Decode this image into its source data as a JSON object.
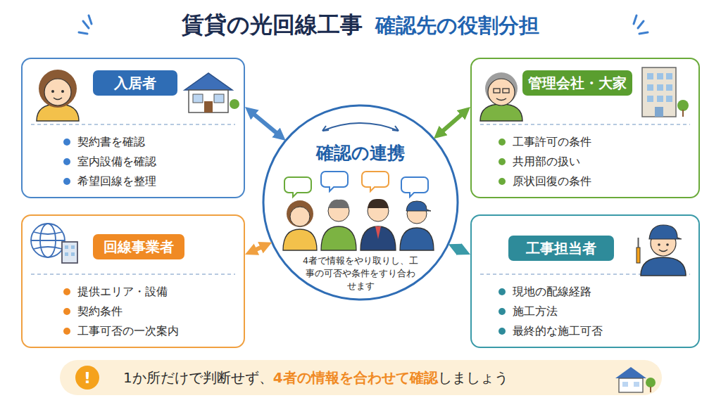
{
  "diagram": {
    "title": "賃貸の光回線工事",
    "nodes": [
      {
        "text": [
          "入居者",
          "契約書を確認",
          "室内設備を確認",
          "希望回線を整理"
        ]
      },
      {
        "text": [
          "管理会社・大家",
          "工事許可の条件",
          "共用部の扱い",
          "原状回復の条件"
        ]
      },
      {
        "text": [
          "確認の連携",
          "4者で情報をやり取りし、工事の可否や条件をすり合わせます"
        ]
      },
      {
        "text": [
          "回線事業者",
          "提供エリア・設備",
          "契約条件",
          "工事可否の一次案内"
        ]
      },
      {
        "text": [
          "工事担当者",
          "現地の配線経路",
          "施工方法",
          "最終的な施工可否"
        ]
      },
      {
        "text": [
          "!",
          "1か所だけで判断せず、",
          "4者の情報を合わせて確認",
          "しましょう"
        ]
      }
    ],
    "edges": [
      {
        "from": 0,
        "to": 2,
        "arrow": "both"
      },
      {
        "from": 1,
        "to": 2,
        "arrow": "both"
      },
      {
        "from": 3,
        "to": 2,
        "arrow": "both"
      },
      {
        "from": 4,
        "to": 2,
        "arrow": "both"
      }
    ],
    "labels": [
      "確認先の役割分担"
    ]
  }
}
